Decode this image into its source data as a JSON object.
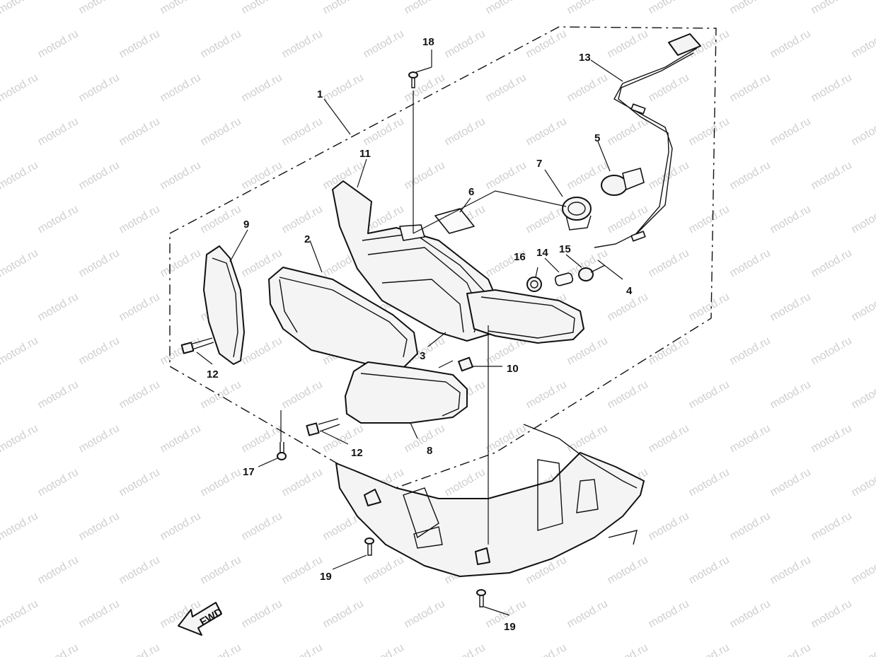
{
  "watermark": "motod.ru",
  "fwd_label": "FWD",
  "callouts": {
    "p1": "1",
    "p2": "2",
    "p3": "3",
    "p4": "4",
    "p5": "5",
    "p6": "6",
    "p7": "7",
    "p8": "8",
    "p9": "9",
    "p10": "10",
    "p11": "11",
    "p12a": "12",
    "p12b": "12",
    "p13": "13",
    "p14": "14",
    "p15": "15",
    "p16": "16",
    "p17": "17",
    "p18": "18",
    "p19a": "19",
    "p19b": "19"
  },
  "colors": {
    "ink": "#111111",
    "watermark": "#cfcfcf",
    "background": "#ffffff"
  }
}
